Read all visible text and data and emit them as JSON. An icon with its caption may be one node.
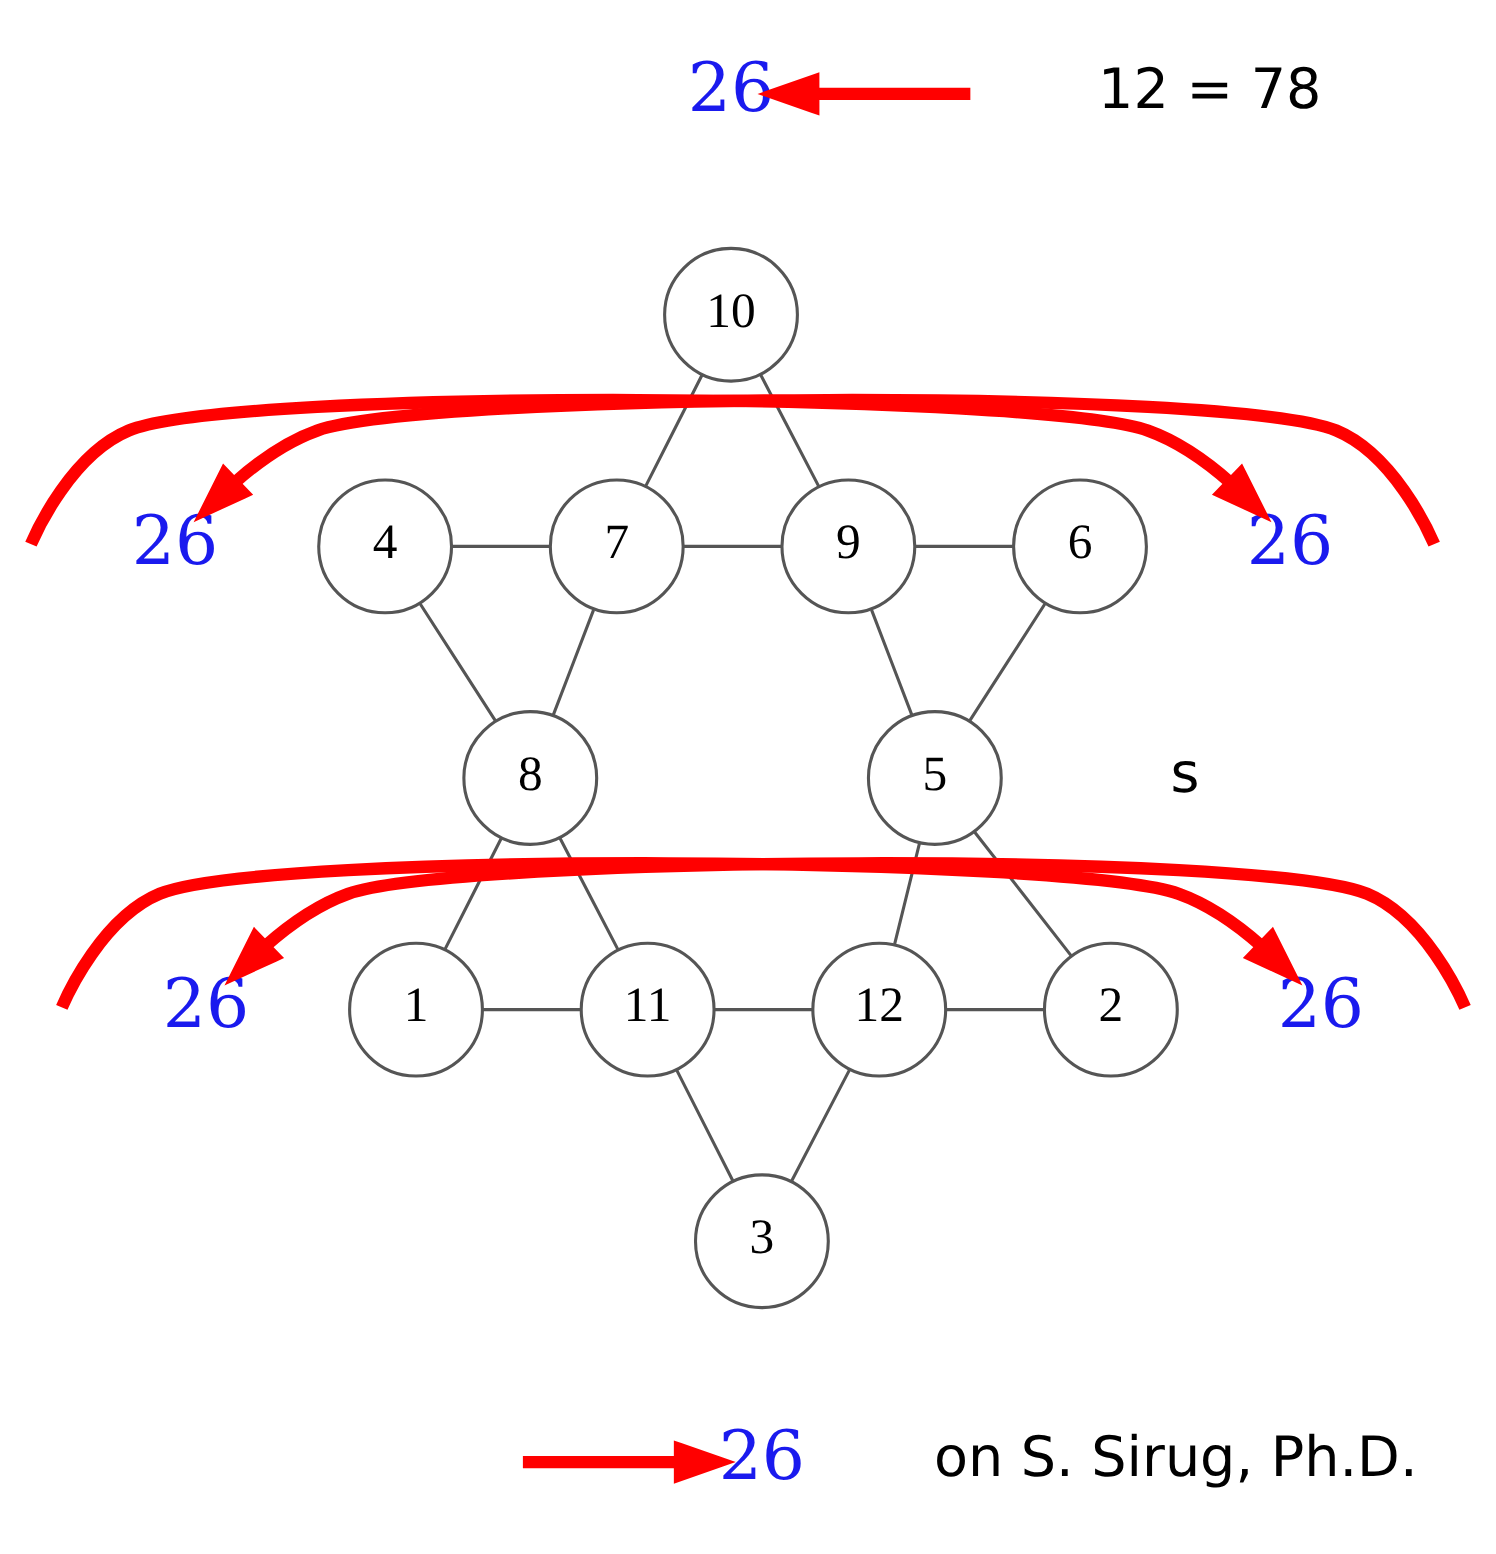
{
  "diagram": {
    "nodes": [
      {
        "text": [
          "10"
        ]
      },
      {
        "text": [
          "4"
        ]
      },
      {
        "text": [
          "7"
        ]
      },
      {
        "text": [
          "9"
        ]
      },
      {
        "text": [
          "6"
        ]
      },
      {
        "text": [
          "8"
        ]
      },
      {
        "text": [
          "5"
        ]
      },
      {
        "text": [
          "1"
        ]
      },
      {
        "text": [
          "11"
        ]
      },
      {
        "text": [
          "12"
        ]
      },
      {
        "text": [
          "2"
        ]
      },
      {
        "text": [
          "3"
        ]
      },
      {
        "text": [
          "26"
        ]
      },
      {
        "text": [
          "26"
        ]
      },
      {
        "text": [
          "26"
        ]
      },
      {
        "text": [
          "26"
        ]
      },
      {
        "text": [
          "26"
        ]
      },
      {
        "text": [
          "26"
        ]
      }
    ],
    "edges": [
      {
        "from": 1,
        "to": 2,
        "arrow": "none"
      },
      {
        "from": 2,
        "to": 3,
        "arrow": "none"
      },
      {
        "from": 3,
        "to": 4,
        "arrow": "none"
      },
      {
        "from": 7,
        "to": 8,
        "arrow": "none"
      },
      {
        "from": 8,
        "to": 9,
        "arrow": "none"
      },
      {
        "from": 9,
        "to": 10,
        "arrow": "none"
      },
      {
        "from": 0,
        "to": 2,
        "arrow": "none"
      },
      {
        "from": 2,
        "to": 5,
        "arrow": "none"
      },
      {
        "from": 5,
        "to": 7,
        "arrow": "none"
      },
      {
        "from": 0,
        "to": 3,
        "arrow": "none"
      },
      {
        "from": 3,
        "to": 6,
        "arrow": "none"
      },
      {
        "from": 6,
        "to": 10,
        "arrow": "none"
      },
      {
        "from": 1,
        "to": 5,
        "arrow": "none"
      },
      {
        "from": 5,
        "to": 8,
        "arrow": "none"
      },
      {
        "from": 8,
        "to": 11,
        "arrow": "none"
      },
      {
        "from": 4,
        "to": 6,
        "arrow": "none"
      },
      {
        "from": 6,
        "to": 9,
        "arrow": "none"
      },
      {
        "from": 9,
        "to": 11,
        "arrow": "none"
      },
      {
        "from": null,
        "to": 12,
        "arrow": "to",
        "style": "thick",
        "color": "#ff0000"
      },
      {
        "from": null,
        "to": 13,
        "arrow": "to",
        "style": "thick",
        "color": "#ff0000"
      },
      {
        "from": null,
        "to": 15,
        "arrow": "to",
        "style": "thick",
        "color": "#ff0000"
      },
      {
        "from": null,
        "to": 17,
        "arrow": "to",
        "style": "thick",
        "color": "#ff0000"
      },
      {
        "from": null,
        "to": 16,
        "arrow": "to",
        "style": "thick",
        "color": "#ff0000"
      },
      {
        "from": null,
        "to": 14,
        "arrow": "to",
        "style": "thick",
        "color": "#ff0000"
      }
    ],
    "labels": [
      "12 = 78",
      "s",
      "on S. Sirug, Ph.D."
    ]
  }
}
